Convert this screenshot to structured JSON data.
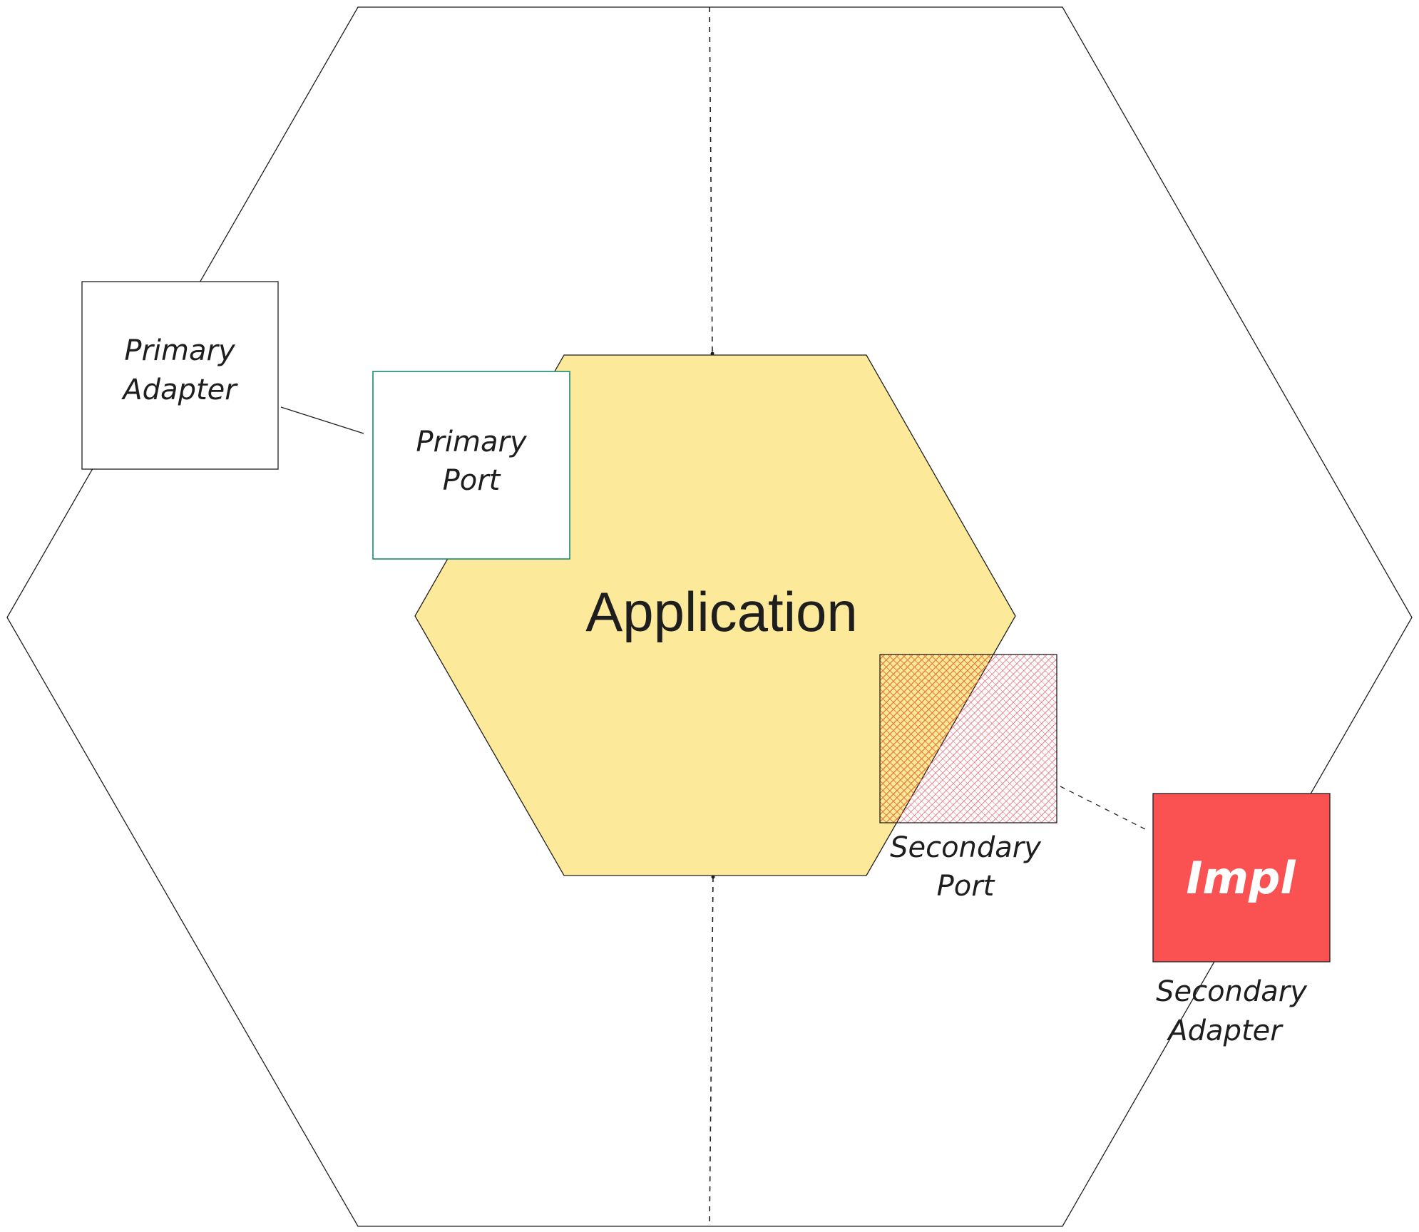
{
  "diagram": {
    "application": "Application",
    "primary_adapter": {
      "line1": "Primary",
      "line2": "Adapter"
    },
    "primary_port": {
      "line1": "Primary",
      "line2": "Port"
    },
    "secondary_port": {
      "line1": "Secondary",
      "line2": "Port"
    },
    "secondary_adapter": {
      "line1": "Secondary",
      "line2": "Adapter"
    },
    "impl": "Impl"
  },
  "colors": {
    "application_fill": "#fce99a",
    "primary_port_stroke": "#1a8a6e",
    "secondary_port_hatch": "#e85d6a",
    "secondary_port_overlap": "#f08a3a",
    "impl_fill": "#fa5252",
    "stroke": "#1e1e1e"
  }
}
